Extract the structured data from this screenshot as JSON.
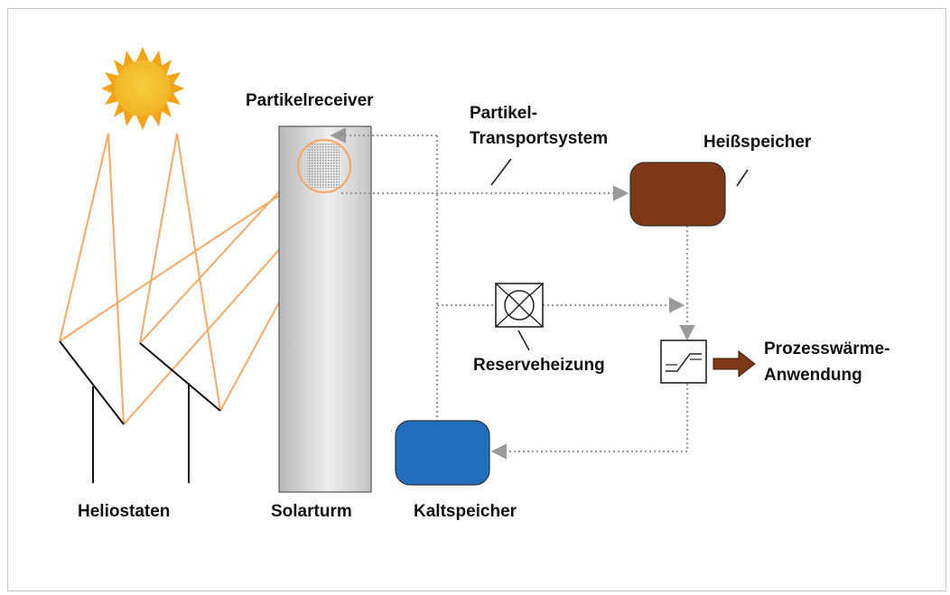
{
  "labels": {
    "receiver": "Partikelreceiver",
    "transport_line1": "Partikel-",
    "transport_line2": "Transportsystem",
    "hot_storage": "Heißspeicher",
    "backup_heater": "Reserveheizung",
    "process_line1": "Prozesswärme-",
    "process_line2": "Anwendung",
    "heliostats": "Heliostaten",
    "tower": "Solarturm",
    "cold_storage": "Kaltspeicher"
  },
  "colors": {
    "sun": "#f6b21b",
    "sun_core": "#f2c337",
    "light_rays": "#f6a867",
    "hot_storage": "#7d3915",
    "cold_storage": "#1f6fbd",
    "process_arrow": "#7d3915",
    "flow_lines": "#9a9a9a"
  },
  "icons": {
    "sun": "sun-icon",
    "backup_heater": "heater-symbol-icon",
    "heat_exchanger": "heat-exchanger-icon"
  }
}
